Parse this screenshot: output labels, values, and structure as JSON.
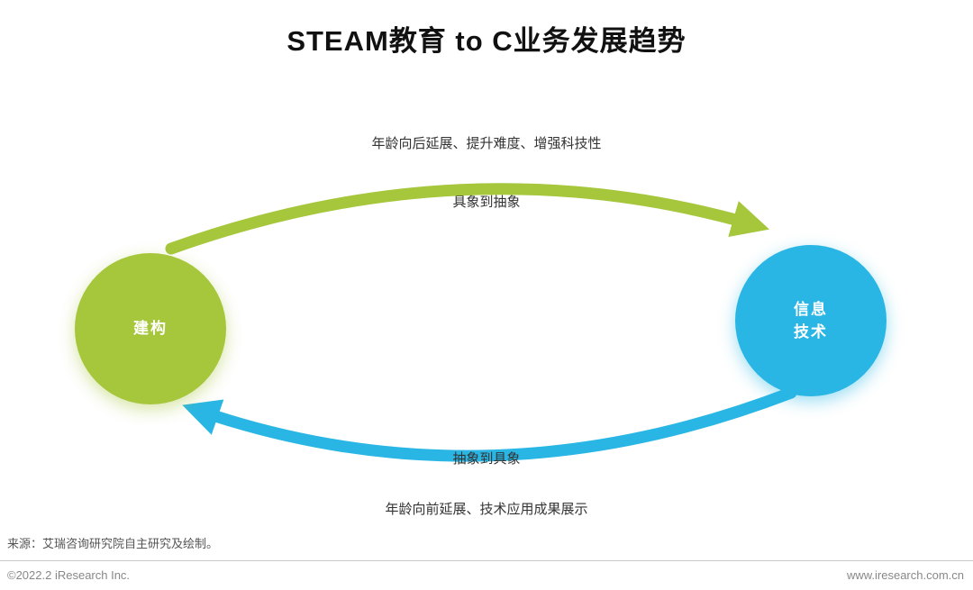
{
  "title": "STEAM教育 to C业务发展趋势",
  "top_arrow": {
    "outer_label": "年龄向后延展、提升难度、增强科技性",
    "inner_label": "具象到抽象"
  },
  "bottom_arrow": {
    "inner_label": "抽象到具象",
    "outer_label": "年龄向前延展、技术应用成果展示"
  },
  "nodes": {
    "left_label": "建构",
    "right_label": "信息\n技术"
  },
  "source": "来源：艾瑞咨询研究院自主研究及绘制。",
  "footer": {
    "left": "©2022.2 iResearch Inc.",
    "right": "www.iresearch.com.cn"
  },
  "colors": {
    "green": "#a6c63c",
    "blue": "#29b6e5"
  }
}
